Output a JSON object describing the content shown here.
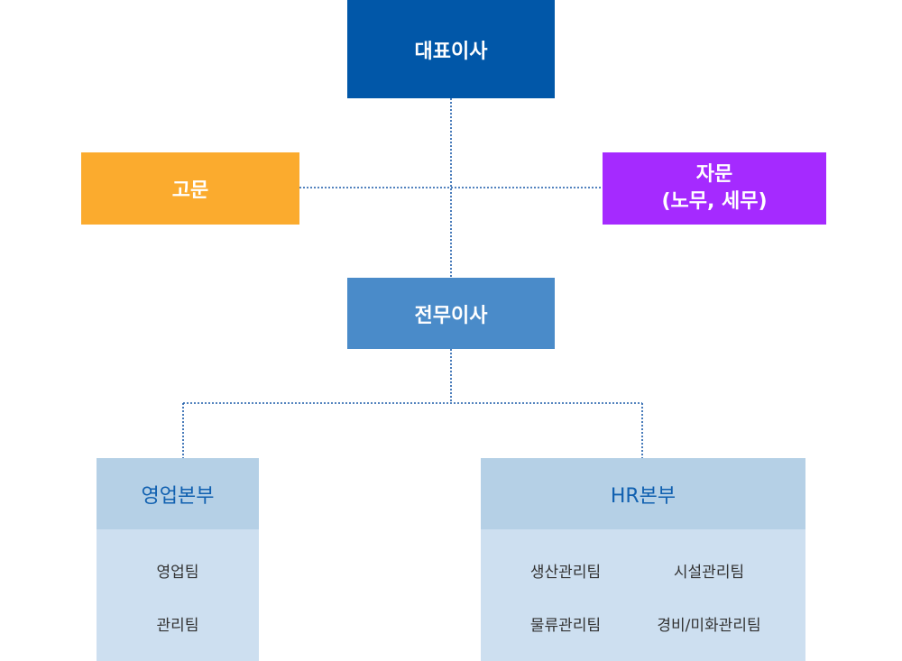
{
  "chart": {
    "ceo": "대표이사",
    "advisor": "고문",
    "consulting": {
      "line1": "자문",
      "line2": "(노무, 세무)"
    },
    "managing_director": "전무이사",
    "sales_division": {
      "title": "영업본부",
      "teams": [
        "영업팀",
        "관리팀"
      ]
    },
    "hr_division": {
      "title": "HR본부",
      "teams": [
        "생산관리팀",
        "시설관리팀",
        "물류관리팀",
        "경비/미화관리팀"
      ]
    }
  },
  "colors": {
    "ceo": "#0157a8",
    "advisor": "#fbab2e",
    "consulting": "#a52aff",
    "managing_director": "#4a8bc9",
    "division_header": "#b5d0e6",
    "division_body": "#cddff0",
    "connector": "#1a5aa8"
  }
}
